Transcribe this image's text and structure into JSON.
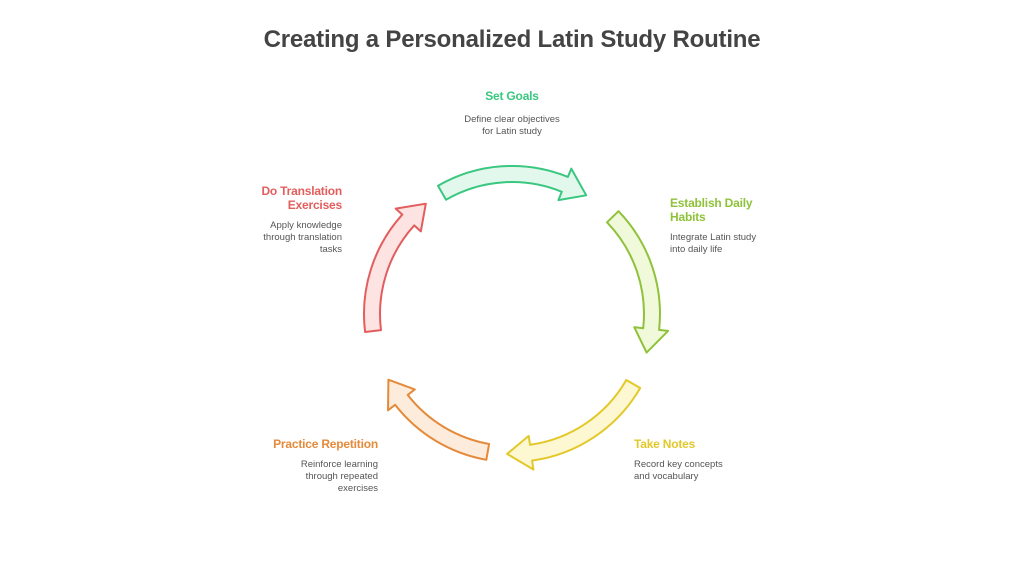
{
  "title": "Creating a Personalized Latin Study Routine",
  "steps": [
    {
      "title": "Set Goals",
      "description_lines": [
        "Define clear objectives",
        "for Latin study"
      ],
      "color": "#3ac77f",
      "fill": "#e3f8ec"
    },
    {
      "title_lines": [
        "Establish Daily",
        "Habits"
      ],
      "description_lines": [
        "Integrate Latin study",
        "into daily life"
      ],
      "color": "#8fc23a",
      "fill": "#f0f9d9"
    },
    {
      "title": "Take Notes",
      "description_lines": [
        "Record key concepts",
        "and vocabulary"
      ],
      "color": "#e3c82a",
      "fill": "#fdf8d2"
    },
    {
      "title": "Practice Repetition",
      "description_lines": [
        "Reinforce learning",
        "through repeated",
        "exercises"
      ],
      "color": "#e58a3a",
      "fill": "#fdebdb"
    },
    {
      "title_lines": [
        "Do Translation",
        "Exercises"
      ],
      "description_lines": [
        "Apply knowledge",
        "through translation",
        "tasks"
      ],
      "color": "#e35d5d",
      "fill": "#fde3e1"
    }
  ],
  "icons": [
    "arrow-set-goals-icon",
    "arrow-daily-habits-icon",
    "arrow-take-notes-icon",
    "arrow-practice-icon",
    "arrow-translation-icon"
  ]
}
